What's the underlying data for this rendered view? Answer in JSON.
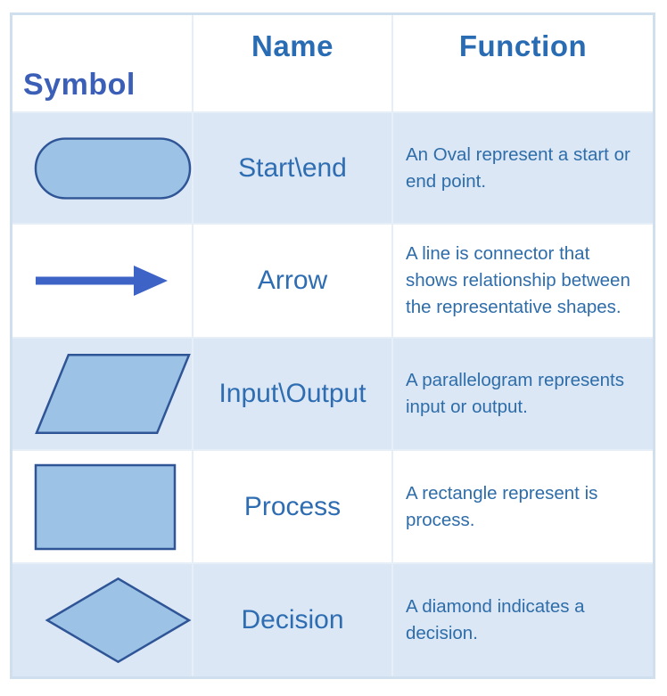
{
  "header": {
    "symbol": "Symbol",
    "name": "Name",
    "function": "Function"
  },
  "rows": [
    {
      "symbol_icon": "oval",
      "name": "Start\\end",
      "function": "An Oval represent a start or end point."
    },
    {
      "symbol_icon": "arrow",
      "name": "Arrow",
      "function": "A line is connector that shows relationship between the representative shapes."
    },
    {
      "symbol_icon": "parallelogram",
      "name": "Input\\Output",
      "function": "A parallelogram represents input or output."
    },
    {
      "symbol_icon": "rectangle",
      "name": "Process",
      "function": "A rectangle represent is process."
    },
    {
      "symbol_icon": "diamond",
      "name": "Decision",
      "function": "A diamond indicates a decision."
    }
  ],
  "colors": {
    "header_text": "#2a6cb3",
    "symbol_header_text": "#3b5fb7",
    "body_text": "#2e6db0",
    "shape_fill": "#9cc2e5",
    "shape_stroke": "#2f5597",
    "arrow": "#3e63c7",
    "row_shade": "#dbe7f4",
    "grid_line": "#e6eef7",
    "frame": "#cfdfee"
  }
}
